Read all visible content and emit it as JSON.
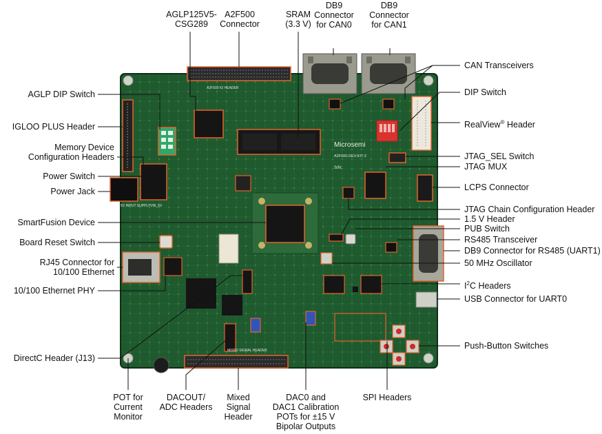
{
  "labels": {
    "aglp125": "AGLP125V5-\nCSG289",
    "a2f500": "A2F500\nConnector",
    "sram": "SRAM\n(3.3 V)",
    "db9_can0": "DB9\nConnector\nfor CAN0",
    "db9_can1": "DB9\nConnector\nfor CAN1",
    "aglp_dip": "AGLP DIP Switch",
    "igloo_plus": "IGLOO PLUS Header",
    "mem_cfg": "Memory Device\nConfiguration Headers",
    "power_switch": "Power Switch",
    "power_jack": "Power Jack",
    "smartfusion": "SmartFusion Device",
    "board_reset": "Board Reset Switch",
    "rj45": "RJ45 Connector for\n10/100 Ethernet",
    "eth_phy": "10/100 Ethernet PHY",
    "directc": "DirectC Header (J13)",
    "pot": "POT for\nCurrent Monitor",
    "dacout": "DACOUT/\nADC Headers",
    "mixed": "Mixed\nSignal\nHeader",
    "dac_pots": "DAC0 and\nDAC1 Calibration\nPOTs for ±15 V\nBipolar Outputs",
    "spi": "SPI Headers",
    "can_xcvr": "CAN Transceivers",
    "dip": "DIP Switch",
    "realview": "RealView",
    "realview_suffix": "Header",
    "realview_sup": "®",
    "jtag_sel": "JTAG_SEL Switch",
    "jtag_mux": "JTAG MUX",
    "lcps": "LCPS Connector",
    "jtag_chain": "JTAG Chain Configuration Header",
    "v15": "1.5 V Header",
    "pub": "PUB Switch",
    "rs485": "RS485 Transceiver",
    "db9_rs485": "DB9 Connector for RS485 (UART1)",
    "osc": "50 MHz Oscillator",
    "i2c_pre": "I",
    "i2c_sup": "2",
    "i2c_post": "C Headers",
    "usb": "USB Connector for UART0",
    "pushbtn": "Push-Button Switches"
  },
  "board_text": {
    "logo": "Microsemi",
    "a2f_hdr": "A2F500 IO HEADER",
    "kit": "A2F500-DEV-KIT-2",
    "sn": "S/N:",
    "input": "5V INPUT\nSUPPLY",
    "vin": "VIN_5V",
    "mixed_hdr": "MIXED\nSIGNAL HEADER"
  },
  "colors": {
    "pcb": "#1f5a2e",
    "pcb_dark": "#163f21",
    "highlight": "#e8622c",
    "leader": "#111111"
  }
}
